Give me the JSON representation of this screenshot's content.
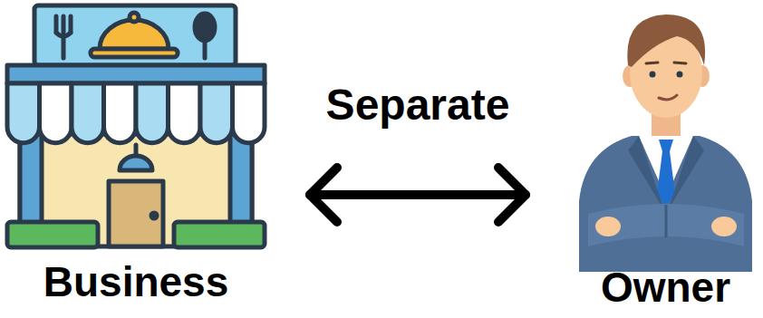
{
  "diagram": {
    "nodes": [
      {
        "text": [
          "Business"
        ]
      },
      {
        "text": [
          "Owner"
        ]
      }
    ],
    "edges": [
      {
        "from": 0,
        "to": 1,
        "arrow": "both",
        "label": "Separate"
      }
    ]
  }
}
